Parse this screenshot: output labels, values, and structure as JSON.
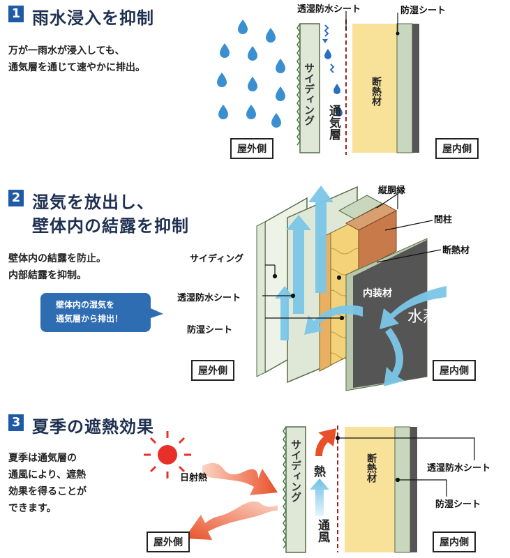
{
  "s1": {
    "num": "1",
    "title": "雨水浸入を抑制",
    "desc1": "万が一雨水が浸入しても、",
    "desc2": "通気層を通じて速やかに排出。",
    "lbl_permeable": "透湿防水シート",
    "lbl_vapor": "防湿シート",
    "siding": "サイディング",
    "air": "通気層",
    "insul": "断熱材",
    "outside": "屋外側",
    "inside": "屋内側"
  },
  "s2": {
    "num": "2",
    "title1": "湿気を放出し、",
    "title2": "壁体内の結露を抑制",
    "desc1": "壁体内の結露を防止。",
    "desc2": "内部結露を抑制。",
    "bubble1": "壁体内の湿気を",
    "bubble2": "通気層から排出！",
    "lbl_furring": "縦胴縁",
    "lbl_stud": "間柱",
    "lbl_insul": "断熱材",
    "lbl_siding": "サイディング",
    "lbl_permeable": "透湿防水シート",
    "lbl_vapor": "防湿シート",
    "interior": "内装材",
    "vapor_word": "水蒸気",
    "outside": "屋外側",
    "inside": "屋内側"
  },
  "s3": {
    "num": "3",
    "title": "夏季の遮熱効果",
    "desc1": "夏季は通気層の",
    "desc2": "通風により、遮熱",
    "desc3": "効果を得ることが",
    "desc4": "できます。",
    "sun": "日射熱",
    "siding": "サイディング",
    "heat": "熱",
    "wind": "通風",
    "insul": "断熱材",
    "lbl_permeable": "透湿防水シート",
    "lbl_vapor": "防湿シート",
    "outside": "屋外側",
    "inside": "屋内側"
  },
  "colors": {
    "heading": "#1f5aa6",
    "siding": "#dfe8d6",
    "insulation": "#f8e29a",
    "board": "#c9d7be",
    "dark_board": "#555555",
    "water": "#3a8fd0",
    "vapor": "#7cc7e8",
    "heat": "#e8502a",
    "wind": "#6cc0e6",
    "permeable_line": "#a02020"
  }
}
